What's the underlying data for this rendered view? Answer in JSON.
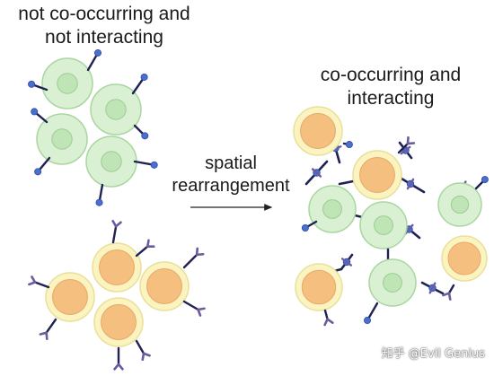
{
  "labels": {
    "left_title_line1": "not co-occurring and",
    "left_title_line2": "not interacting",
    "right_title_line1": "co-occurring and",
    "right_title_line2": "interacting",
    "arrow_line1": "spatial",
    "arrow_line2": "rearrangement"
  },
  "watermark": "知乎 @Evil Genius",
  "colors": {
    "green_cell_fill": "#d9f0d3",
    "green_cell_stroke": "#a9d6a0",
    "green_nucleus": "#bfe4b6",
    "yellow_cell_fill": "#fbf4c0",
    "yellow_cell_stroke": "#e9e09a",
    "orange_nucleus": "#f5c07f",
    "receptor_stalk": "#1f2252",
    "receptor_ball": "#4a6fd1",
    "antibody": "#6b5b9e"
  }
}
